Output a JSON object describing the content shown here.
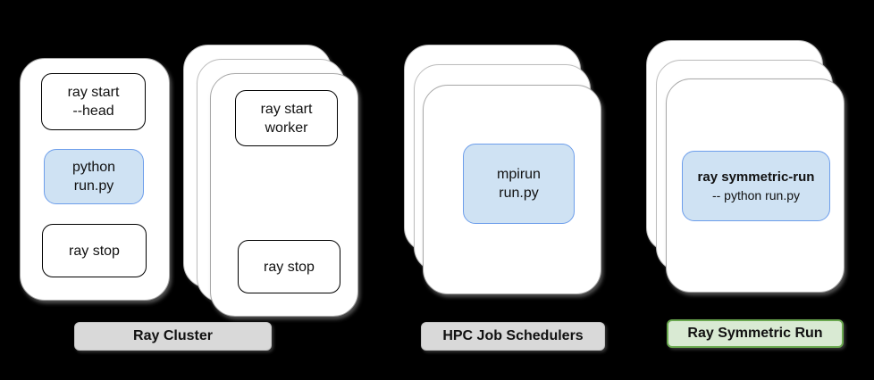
{
  "colors": {
    "background": "#000000",
    "card_fill": "#ffffff",
    "card_border": "#a8a8a8",
    "box_border": "#000000",
    "highlight_fill": "#cfe2f3",
    "highlight_border": "#6d9eeb",
    "gray_badge_fill": "#d9d9d9",
    "gray_badge_border": "#c4c4c4",
    "green_badge_fill": "#d9ead3",
    "green_badge_border": "#6aa84f",
    "text_color": "#111111"
  },
  "head_card": {
    "ray_start_head": {
      "line1": "ray start",
      "line2": "--head"
    },
    "python_run": {
      "line1": "python",
      "line2": "run.py"
    },
    "ray_stop": "ray stop"
  },
  "worker_stack": {
    "ray_start_worker": {
      "line1": "ray start",
      "line2": "worker"
    },
    "ray_stop": "ray stop"
  },
  "hpc_stack": {
    "mpirun": {
      "line1": "mpirun",
      "line2": "run.py"
    }
  },
  "symmetric_stack": {
    "command": {
      "line1": "ray symmetric-run",
      "line2": "-- python run.py"
    }
  },
  "badges": {
    "ray_cluster": "Ray Cluster",
    "hpc": "HPC Job Schedulers",
    "symmetric": "Ray Symmetric Run"
  }
}
